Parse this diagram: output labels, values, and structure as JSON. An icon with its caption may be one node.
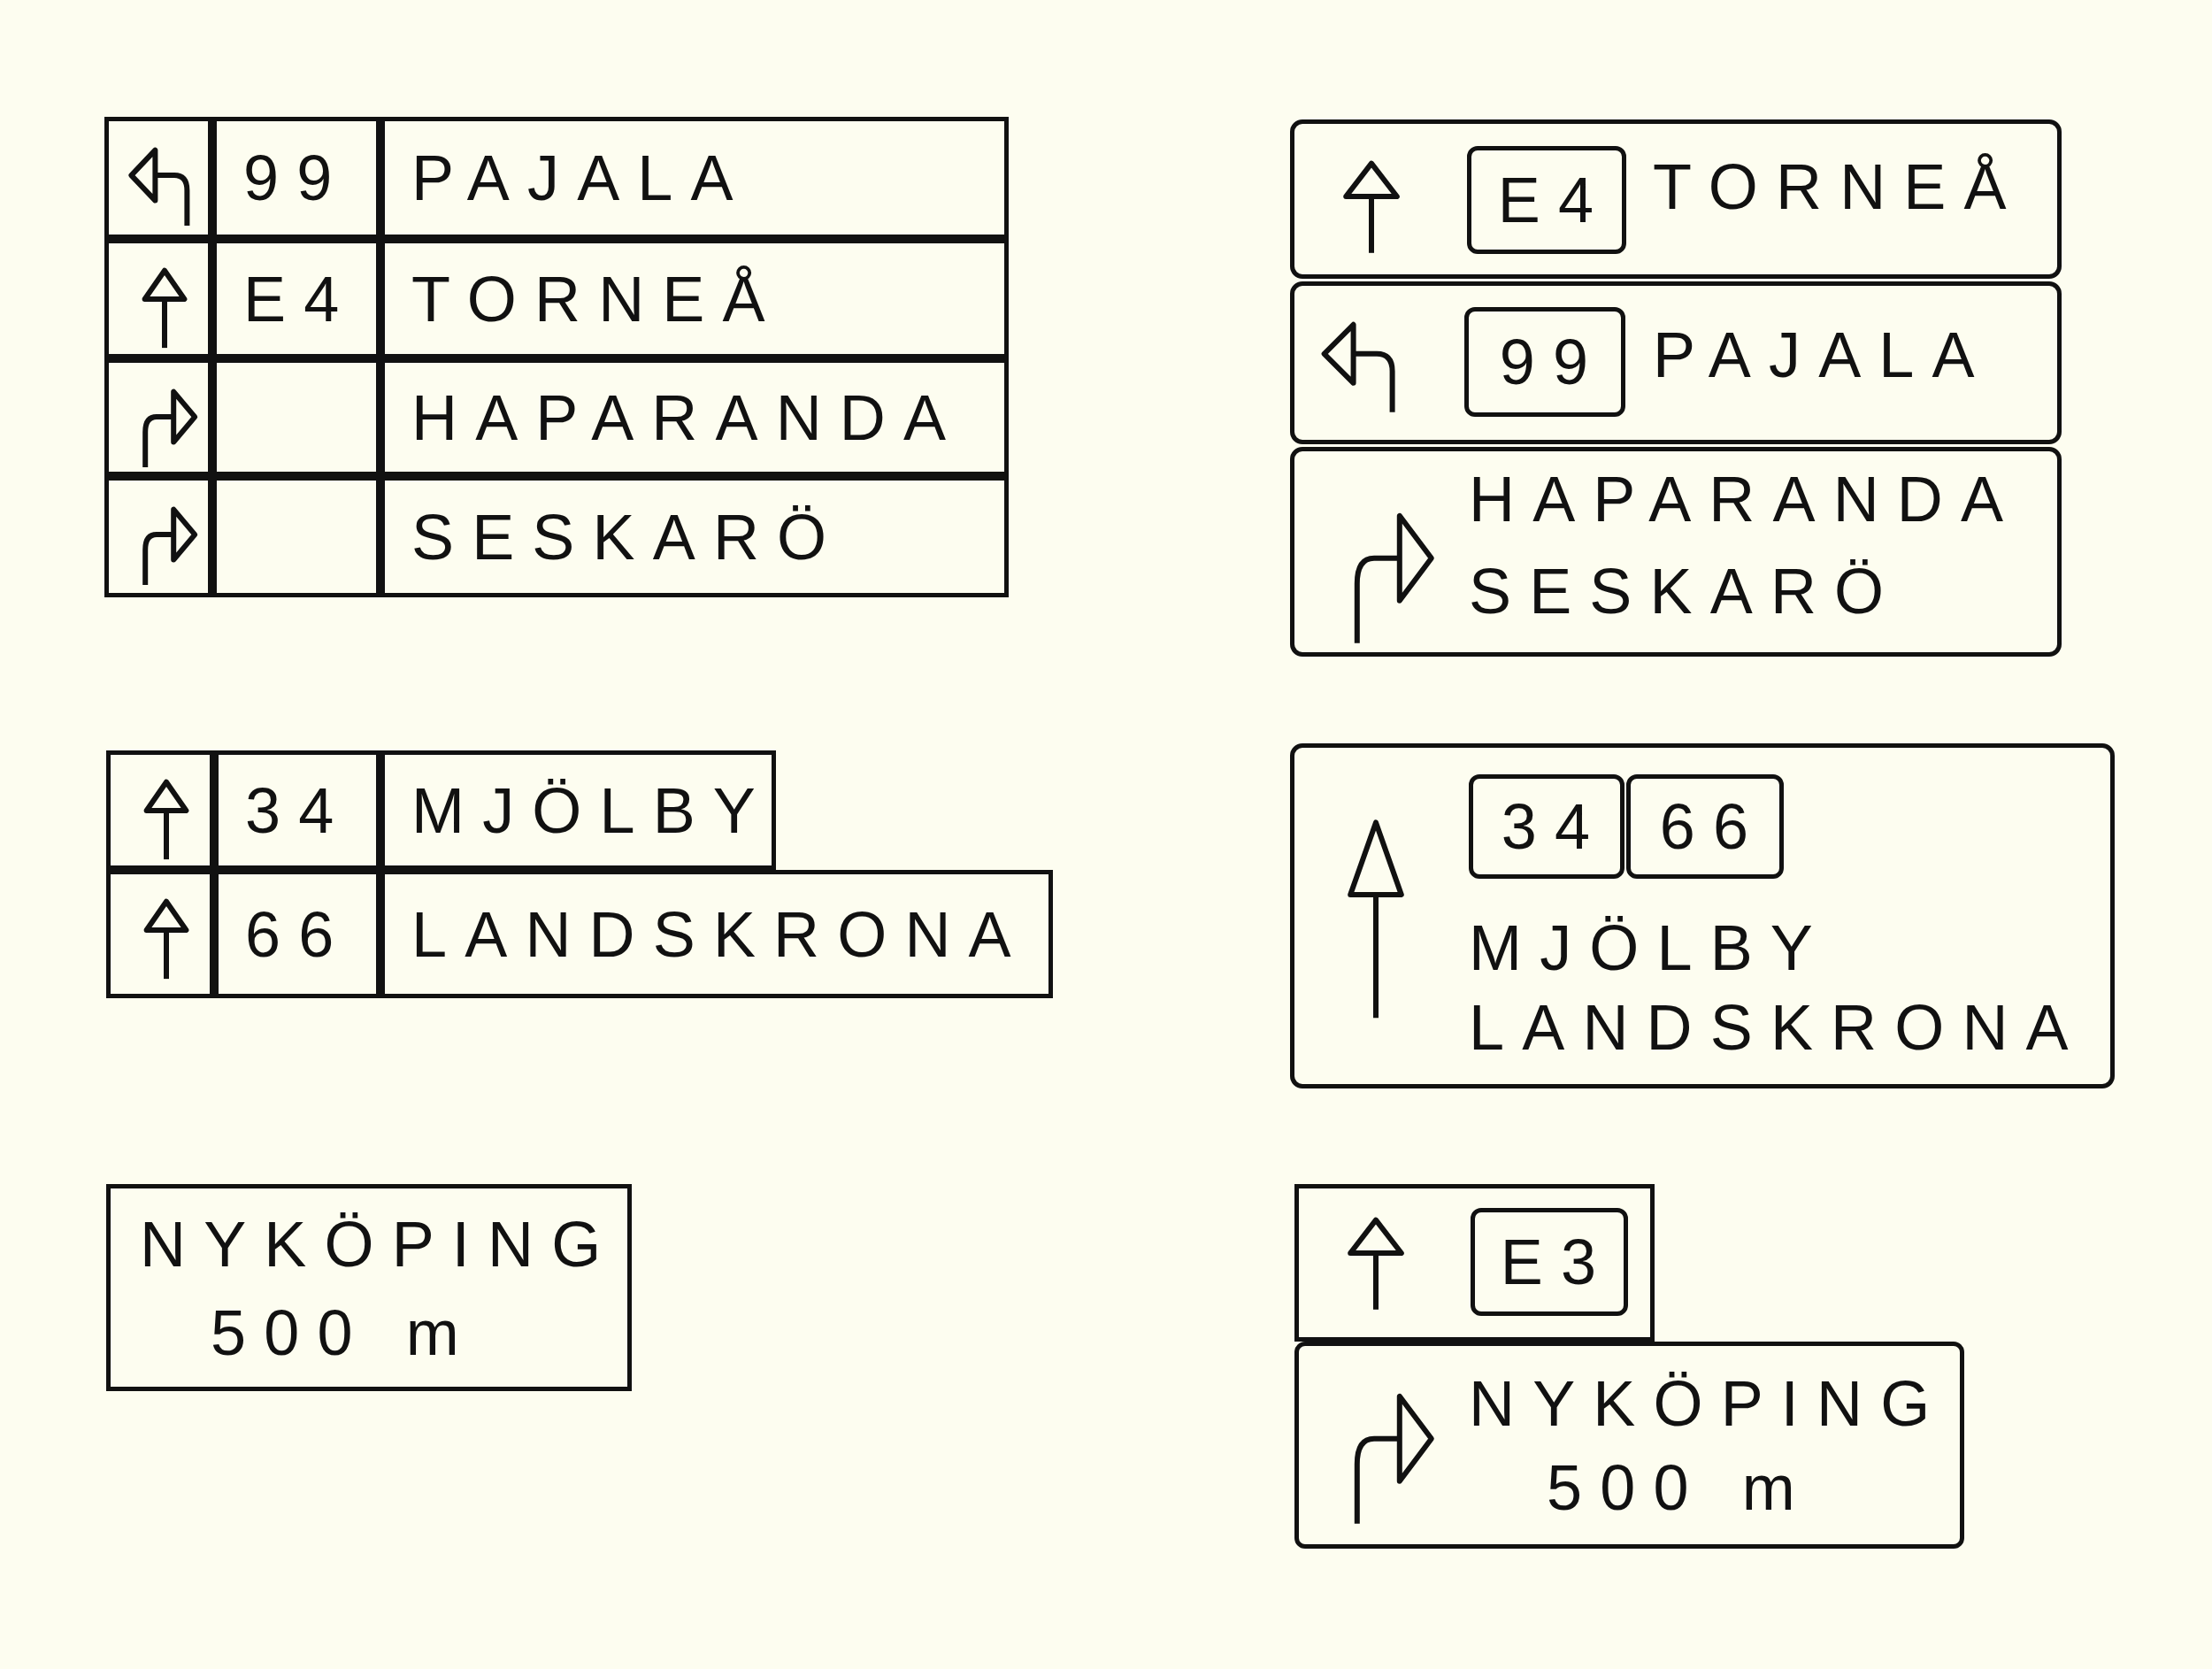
{
  "diagram": {
    "nodes": [
      {
        "text": [],
        "shape": "box"
      },
      {
        "text": [],
        "shape": "box",
        "in": 0
      },
      {
        "text": [
          "99"
        ],
        "in": 0
      },
      {
        "text": [
          "PAJALA"
        ],
        "in": 0
      },
      {
        "text": [],
        "shape": "box",
        "in": 0
      },
      {
        "text": [
          "E4"
        ],
        "in": 0
      },
      {
        "text": [
          "TORNEÅ"
        ],
        "in": 0
      },
      {
        "text": [],
        "shape": "box",
        "in": 0
      },
      {
        "text": [],
        "shape": "box",
        "in": 0
      },
      {
        "text": [
          "HAPARANDA"
        ],
        "in": 0
      },
      {
        "text": [],
        "shape": "box",
        "in": 0
      },
      {
        "text": [],
        "shape": "box",
        "in": 0
      },
      {
        "text": [
          "SESKARÖ"
        ],
        "in": 0
      },
      {
        "text": [
          "TORNEÅ"
        ]
      },
      {
        "text": [
          "E4"
        ],
        "in": 13
      },
      {
        "text": [
          "PAJALA"
        ]
      },
      {
        "text": [
          "99"
        ],
        "in": 15
      },
      {
        "text": [
          "HAPARANDA",
          "SESKARÖ"
        ]
      },
      {
        "text": [],
        "shape": "box"
      },
      {
        "text": [
          "34"
        ]
      },
      {
        "text": [
          "MJÖLBY"
        ]
      },
      {
        "text": [],
        "shape": "box"
      },
      {
        "text": [
          "66"
        ]
      },
      {
        "text": [
          "LANDSKRONA"
        ]
      },
      {
        "text": [
          "MJÖLBY",
          "LANDSKRONA"
        ]
      },
      {
        "text": [
          "34"
        ],
        "in": 24
      },
      {
        "text": [
          "66"
        ],
        "in": 24
      },
      {
        "text": [
          "NYKÖPING",
          "500 m"
        ]
      },
      {
        "text": [],
        "shape": "box"
      },
      {
        "text": [
          "E3"
        ],
        "in": 28
      },
      {
        "text": [
          "NYKÖPING",
          "500 m"
        ]
      }
    ],
    "edges": []
  }
}
